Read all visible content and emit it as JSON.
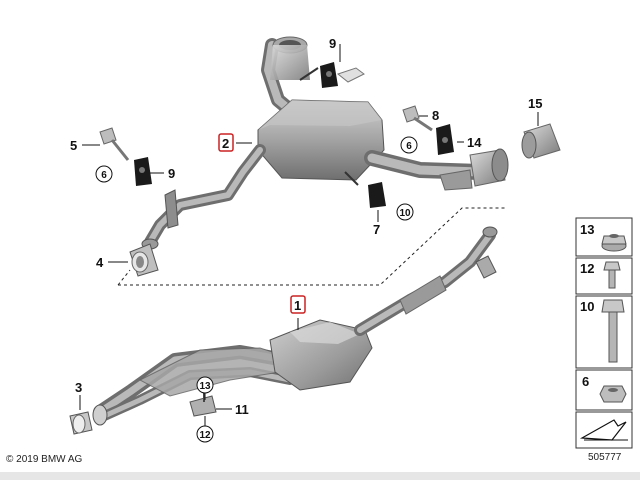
{
  "callouts": {
    "c1": "1",
    "c2": "2",
    "c3": "3",
    "c4": "4",
    "c5": "5",
    "c6a": "6",
    "c6b": "6",
    "c7": "7",
    "c8": "8",
    "c9a": "9",
    "c9b": "9",
    "c10": "10",
    "c11": "11",
    "c12": "12",
    "c13": "13",
    "c14": "14",
    "c15": "15"
  },
  "legend": {
    "items": [
      {
        "number": "13",
        "part": "nut-flange-icon"
      },
      {
        "number": "12",
        "part": "bolt-short-icon"
      },
      {
        "number": "10",
        "part": "bolt-long-icon"
      },
      {
        "number": "6",
        "part": "nut-hex-icon"
      }
    ],
    "arrow": "diagonal-arrow-icon"
  },
  "footer": {
    "copyright": "© 2019 BMW AG",
    "diagram_number": "505777"
  },
  "colors": {
    "pipe": "#8a8a8a",
    "muffler": "#9a9a9a",
    "highlight_box": "#cc2222",
    "rubber": "#1a1a1a"
  }
}
